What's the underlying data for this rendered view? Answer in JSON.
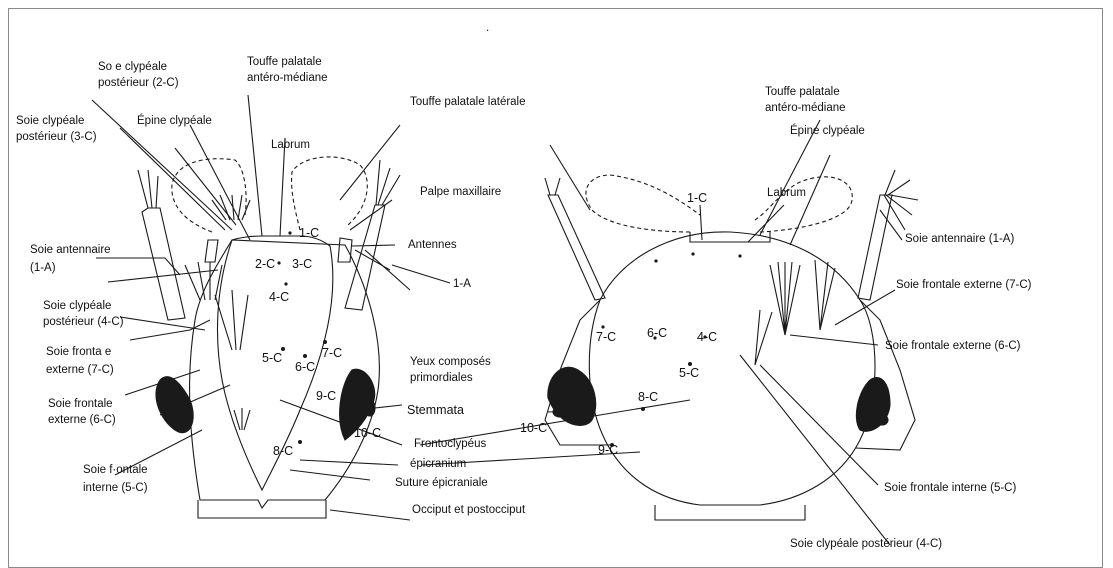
{
  "left": {
    "labels": {
      "soie_post_2c_l1": "So e clypéale",
      "soie_post_2c_l2": "postérieur (2-C)",
      "touffe_antero_l1": "Touffe palatale",
      "touffe_antero_l2": "antéro-médiane",
      "touffe_laterale": "Touffe palatale latérale",
      "soie_post_3c_l1": "Soie clypéale",
      "soie_post_3c_l2": "postérieur (3-C)",
      "epine_clypeale": "Épine clypéale",
      "labrum": "Labrum",
      "palpe_maxillaire": "Palpe maxillaire",
      "soie_antennaire_l1": "Soie antennaire",
      "soie_antennaire_l2": "(1-A)",
      "antennes": "Antennes",
      "a1": "1-A",
      "soie_post_4c_l1": "Soie clypéale",
      "soie_post_4c_l2": "postérieur (4-C)",
      "soie_front_ext7_l1": "Soie fronta e",
      "soie_front_ext7_l2": "externe (7-C)",
      "soie_front_ext6_l1": "Soie frontale",
      "soie_front_ext6_l2": "externe (6-C)",
      "yeux_l1": "Yeux composés",
      "yeux_l2": "primordiales",
      "stemmata": "Stemmata",
      "frontoclypeus": "Frontoclypéus",
      "epicranium": "épicranium",
      "soie_front_int_l1": "Soie f·ontale",
      "soie_front_int_l2": "interne (5-C)",
      "suture": "Suture épicraniale",
      "occiput": "Occiput et postocciput"
    },
    "codes": [
      "1-C",
      "2-C",
      "3-C",
      "4-C",
      "5-C",
      "6-C",
      "7-C",
      "9-C",
      "10-C",
      "8-C"
    ]
  },
  "right": {
    "labels": {
      "touffe_antero_l1": "Touffe palatale",
      "touffe_antero_l2": "antéro-médiane",
      "epine_clypeale": "Épine clypéale",
      "labrum": "Labrum",
      "soie_antennaire": "Soie antennaire (1-A)",
      "soie_front_ext7": "Soie frontale externe (7-C)",
      "soie_front_ext6": "Soie frontale externe (6-C)",
      "soie_front_int5": "Soie frontale interne (5-C)",
      "soie_post_4c": "Soie clypéale postérieur (4-C)"
    },
    "codes": [
      "1-C",
      "7-C",
      "6-C",
      "4-C",
      "5-C",
      "8-C",
      "10-C",
      "9-C"
    ]
  },
  "stray_mark": "."
}
